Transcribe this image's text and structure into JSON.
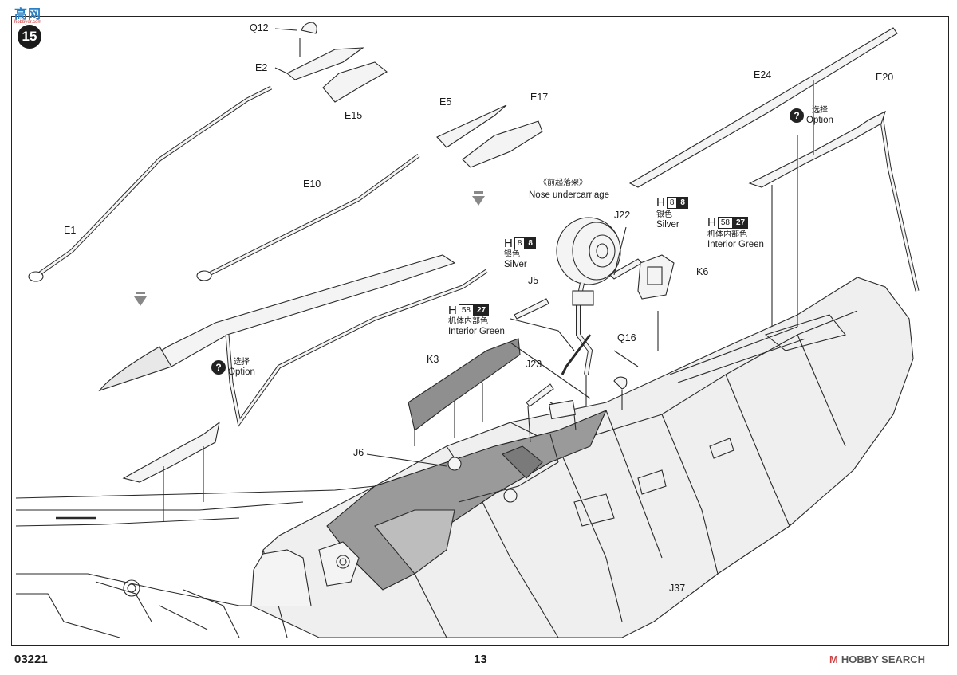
{
  "header": {
    "logo_text": "高网",
    "logo_sub": "hobbyer.com",
    "step_number": "15"
  },
  "parts": {
    "q12": "Q12",
    "e2": "E2",
    "e15": "E15",
    "e1": "E1",
    "e10": "E10",
    "e5": "E5",
    "e17": "E17",
    "e24": "E24",
    "e20": "E20",
    "j22": "J22",
    "j5": "J5",
    "k3": "K3",
    "j23": "J23",
    "k6": "K6",
    "q16": "Q16",
    "j6": "J6",
    "j37": "J37"
  },
  "assembly_label": {
    "cn": "《前起落架》",
    "en": "Nose undercarriage"
  },
  "options": {
    "icon": "?",
    "left": {
      "cn": "选择",
      "en": "Option"
    },
    "right": {
      "cn": "选择",
      "en": "Option"
    }
  },
  "paints": {
    "silver_right": {
      "letter": "H",
      "code": "8",
      "alt": "8",
      "cn": "银色",
      "en": "Silver"
    },
    "silver_left": {
      "letter": "H",
      "code": "8",
      "alt": "8",
      "cn": "银色",
      "en": "Silver"
    },
    "green_right": {
      "letter": "H",
      "code": "58",
      "alt": "27",
      "cn": "机体内部色",
      "en": "Interior Green"
    },
    "green_left": {
      "letter": "H",
      "code": "58",
      "alt": "27",
      "cn": "机体内部色",
      "en": "Interior Green"
    }
  },
  "footer": {
    "kit_number": "03221",
    "page_number": "13",
    "watermark_text": "HOBBY SEARCH",
    "watermark_mark": "M"
  },
  "colors": {
    "line": "#2a2a2a",
    "hull_fill": "#efefef",
    "dark_fill": "#8a8a8a",
    "logo_blue": "#2a7fc4"
  },
  "icons": [
    "option-question-icon",
    "down-arrow-icon",
    "step-badge-icon"
  ]
}
